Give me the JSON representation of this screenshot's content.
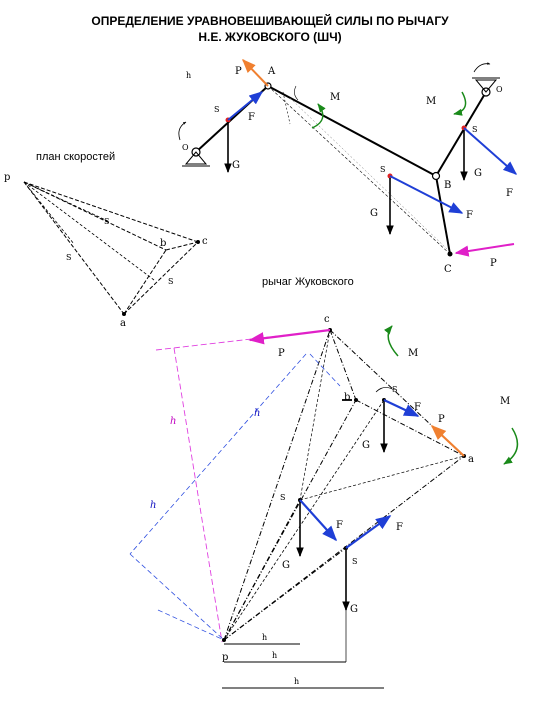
{
  "title": {
    "line1": "ОПРЕДЕЛЕНИЕ УРАВНОВЕШИВАЮЩЕЙ СИЛЫ ПО РЫЧАГУ",
    "line2": "Н.Е. ЖУКОВСКОГО (ШЧ)"
  },
  "captions": {
    "velocity_plan": "план скоростей",
    "zhukovsky_lever": "рычаг Жуковского"
  },
  "mechanism": {
    "points": {
      "O1": "O",
      "A": "A",
      "B": "B",
      "C": "C",
      "O3": "O",
      "S1": "S",
      "S2": "S",
      "S3": "S"
    },
    "labels": {
      "h1": "h",
      "Py": "P",
      "Fi1": "F",
      "G1": "G",
      "Mi2": "M",
      "G2": "G",
      "Fi2": "F",
      "G3": "G",
      "Fi3": "F",
      "Mi3": "M",
      "Pc": "P"
    }
  },
  "velocity_plan": {
    "labels": {
      "pv": "p",
      "a": "a",
      "b": "b",
      "c": "c",
      "s1": "S",
      "s2": "S",
      "s3": "S"
    }
  },
  "lever": {
    "labels": {
      "c": "c",
      "b": "b",
      "a": "a",
      "pv": "p",
      "s1": "S",
      "s2": "S",
      "s3": "S",
      "Pc": "P",
      "Mi3": "M",
      "Mi2": "M",
      "Fi2": "F",
      "Py": "P",
      "G2": "G",
      "Fi3": "F",
      "Fi1": "F",
      "G3": "G",
      "G1": "G",
      "h6": "h",
      "h5": "h",
      "h4": "h",
      "h1": "h",
      "h2": "h",
      "h3": "h"
    }
  },
  "colors": {
    "blue": "#1f3fd6",
    "orange": "#f08030",
    "magenta": "#e020c8",
    "green": "#1a8a1a",
    "dim_blue": "#3050e0",
    "dim_magenta": "#e040e0"
  }
}
